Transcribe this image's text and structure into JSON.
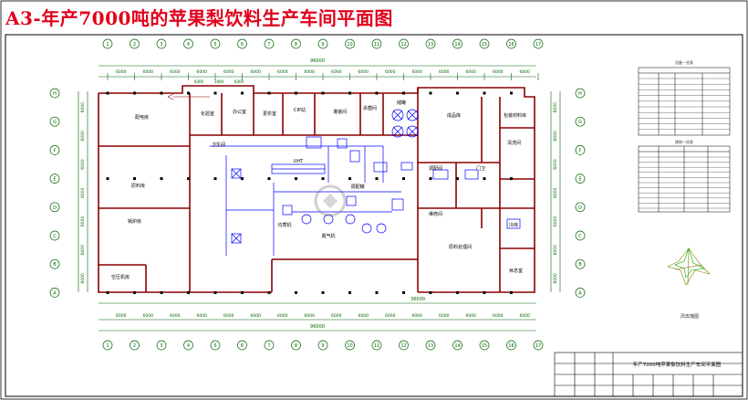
{
  "title": "A3-年产7000吨的苹果梨饮料生产车间平面图",
  "colors": {
    "title": "#e0001b",
    "wall": "#8b0000",
    "dimension": "#006400",
    "grid_bubble": "#006400",
    "equipment": "#0000ff",
    "frame": "#000000"
  },
  "dimensions": {
    "top_total": "96000",
    "bottom_total": "96000",
    "bottom_mid": "36000",
    "top_sub": [
      "6000",
      "3000",
      "6000"
    ],
    "top_bays": [
      "6000",
      "6000",
      "6000",
      "6000",
      "6000",
      "6000",
      "6000",
      "6000",
      "6000",
      "6000",
      "6000",
      "6000",
      "6000",
      "6000",
      "6000",
      "6000"
    ],
    "bottom_bays": [
      "6000",
      "6000",
      "6000",
      "6000",
      "6000",
      "6000",
      "6000",
      "6000",
      "6000",
      "6000",
      "6000",
      "6000",
      "6000",
      "6000",
      "6000",
      "6000"
    ],
    "left_bays": [
      "6000",
      "6000",
      "6000",
      "6000",
      "6000",
      "6000",
      "6000"
    ],
    "right_bays": [
      "6000",
      "6000",
      "6000",
      "6000",
      "6000",
      "6000",
      "6000"
    ]
  },
  "axes": {
    "columns_top": [
      "1",
      "2",
      "3",
      "4",
      "5",
      "6",
      "7",
      "8",
      "9",
      "10",
      "11",
      "12",
      "13",
      "14",
      "15",
      "16",
      "17"
    ],
    "columns_bottom": [
      "1",
      "2",
      "3",
      "4",
      "5",
      "6",
      "7",
      "8",
      "9",
      "10",
      "11",
      "12",
      "13",
      "14",
      "15",
      "16",
      "17"
    ],
    "rows_left": [
      "H",
      "G",
      "F",
      "E",
      "D",
      "C",
      "B",
      "A"
    ],
    "rows_right": [
      "H",
      "G",
      "F",
      "E",
      "D",
      "C",
      "B",
      "A"
    ]
  },
  "rooms": {
    "r1": "配电房",
    "r2": "化验室",
    "r3": "办公室",
    "r4": "更衣室",
    "r5": "成品库",
    "r6": "CIP站",
    "r7": "灌装间",
    "r8": "杀菌间",
    "r9": "卫生间",
    "r10": "原料库",
    "r11": "锅炉房",
    "r12": "空压机房",
    "r13": "包装材料库",
    "r14": "清洗间",
    "r15": "原料处理间",
    "r16": "调配间",
    "r17": "冷库",
    "r18": "休息室",
    "r19": "维修间",
    "r20": "门卫"
  },
  "equipment_labels": {
    "e1": "UHT",
    "e2": "调配罐",
    "e3": "均质机",
    "e4": "脱气机",
    "e5": "储罐"
  },
  "legend_captions": {
    "table1": "设备一览表",
    "table2": "建筑一览表",
    "wind_rose": "风玫瑰图"
  },
  "title_block": {
    "drawing_title": "年产7000吨苹果梨饮料生产车间平面图"
  }
}
